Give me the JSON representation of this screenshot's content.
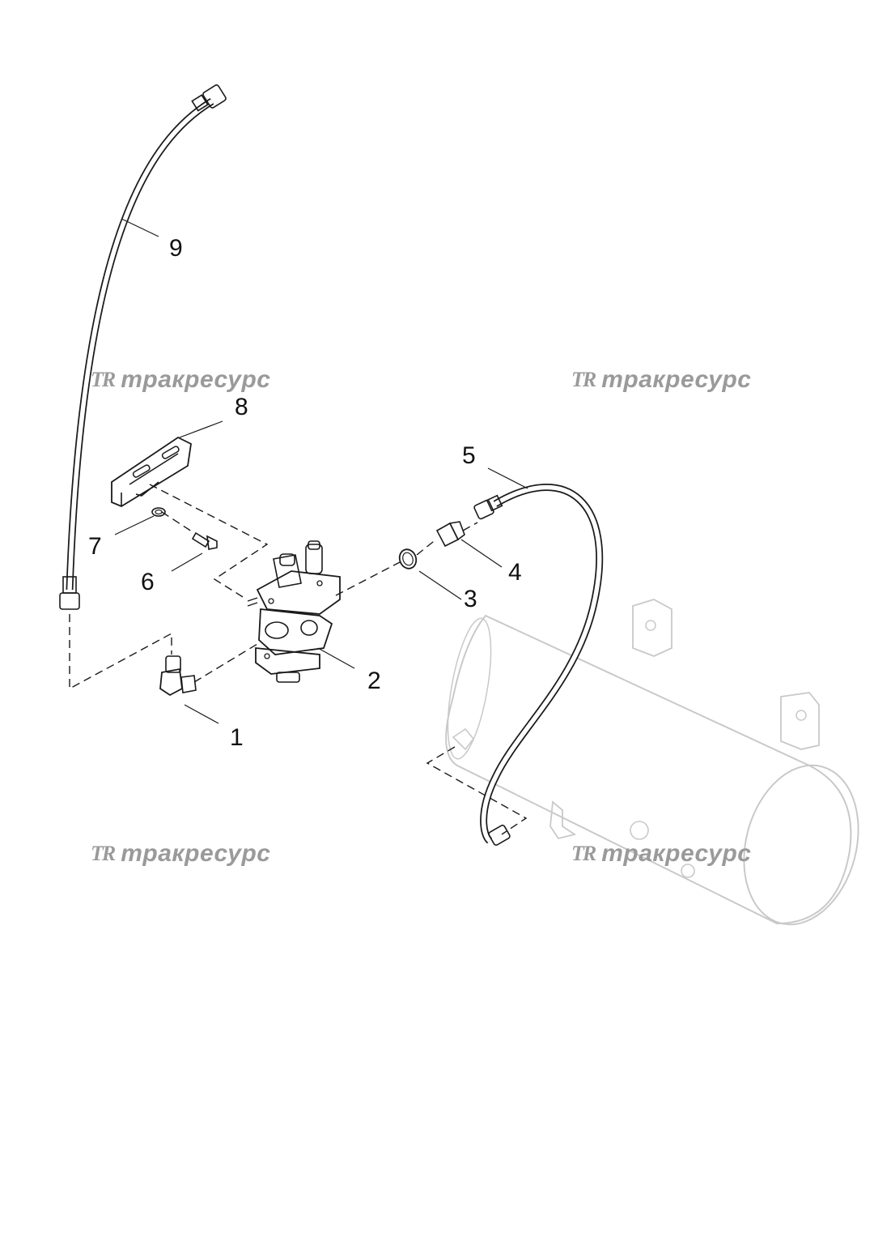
{
  "callouts": [
    {
      "id": "1",
      "label": "1"
    },
    {
      "id": "2",
      "label": "2"
    },
    {
      "id": "3",
      "label": "3"
    },
    {
      "id": "4",
      "label": "4"
    },
    {
      "id": "5",
      "label": "5"
    },
    {
      "id": "6",
      "label": "6"
    },
    {
      "id": "7",
      "label": "7"
    },
    {
      "id": "8",
      "label": "8"
    },
    {
      "id": "9",
      "label": "9"
    }
  ],
  "watermark": {
    "mark": "TR",
    "text": "тракресурс",
    "color": "#9a9a9a"
  },
  "colors": {
    "line": "#1a1a1a",
    "ghost": "#c9c9c9",
    "background": "#ffffff"
  }
}
